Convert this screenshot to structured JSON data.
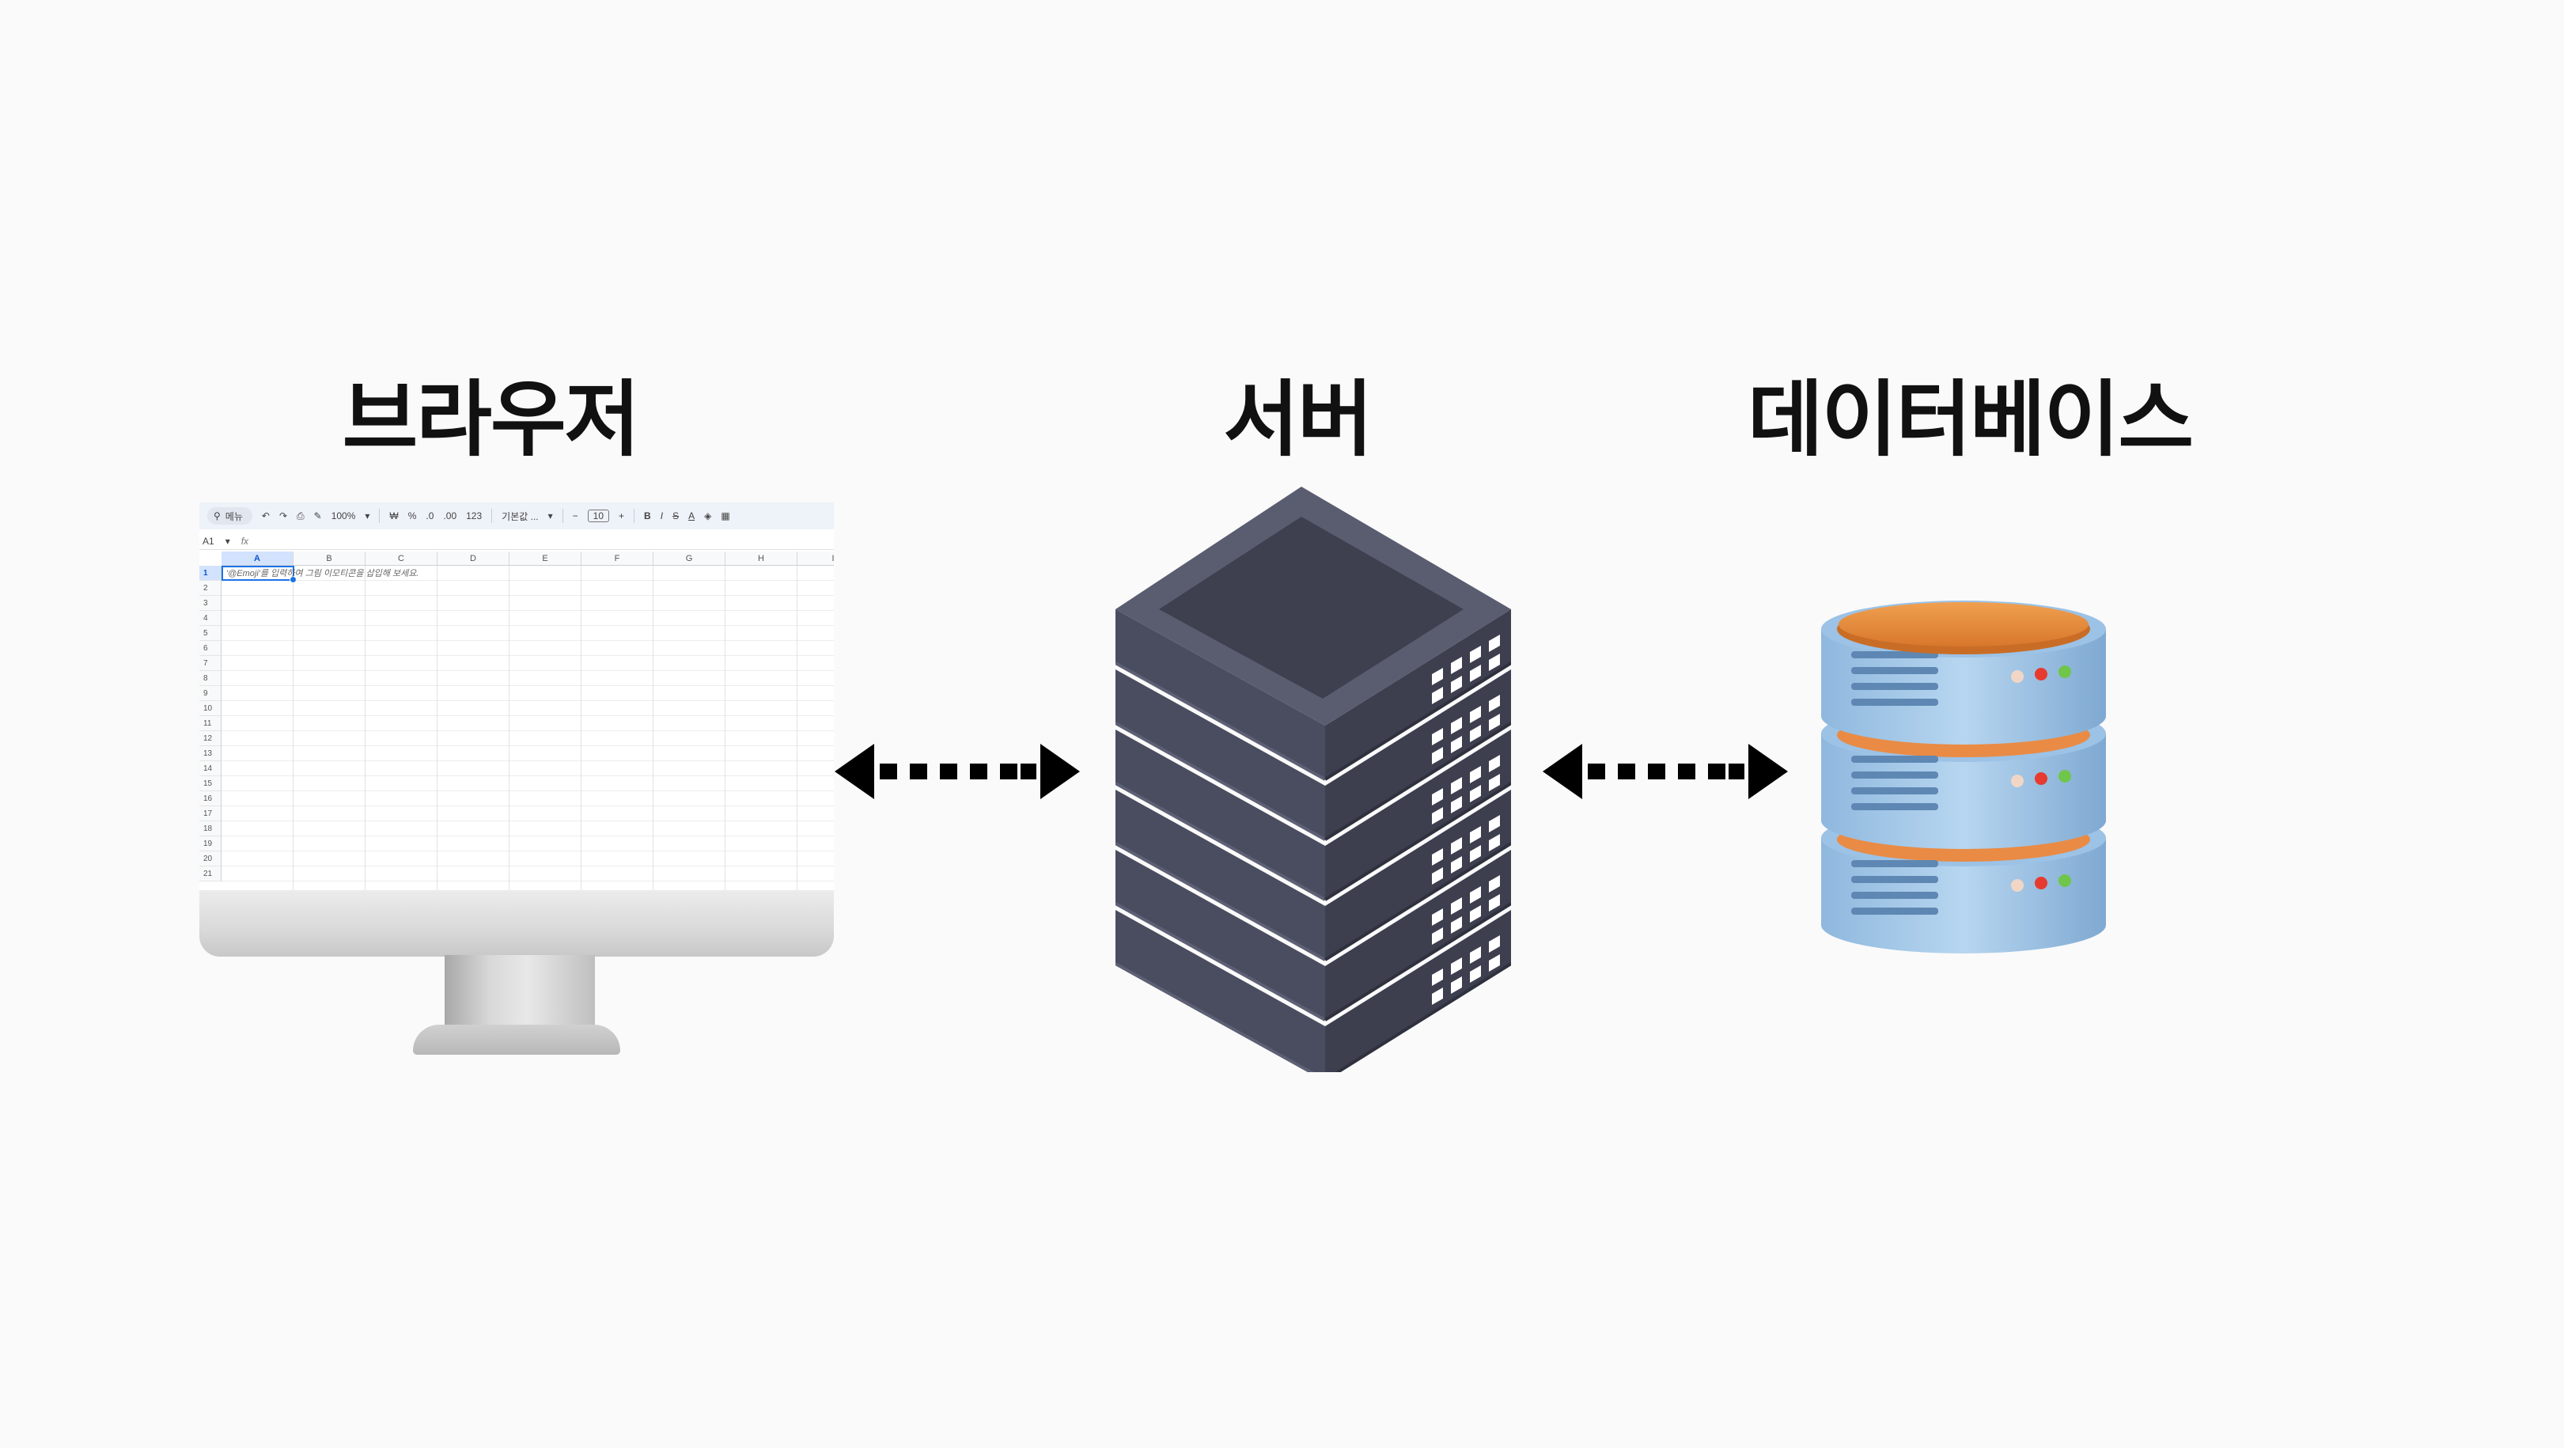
{
  "labels": {
    "browser": "브라우저",
    "server": "서버",
    "database": "데이터베이스"
  },
  "spreadsheet": {
    "toolbar": {
      "search": "메뉴",
      "zoom": "100%",
      "currency": "₩",
      "percent": "%",
      "decimal_less": ".0",
      "decimal_more": ".00",
      "number_format": "123",
      "font": "기본값 ...",
      "minus": "−",
      "font_size": "10",
      "plus": "+",
      "bold": "B",
      "italic": "I",
      "strike": "S",
      "text_color": "A"
    },
    "cell_ref": "A1",
    "fx": "fx",
    "columns": [
      "A",
      "B",
      "C",
      "D",
      "E",
      "F",
      "G",
      "H",
      "I"
    ],
    "rows": [
      "1",
      "2",
      "3",
      "4",
      "5",
      "6",
      "7",
      "8",
      "9",
      "10",
      "11",
      "12",
      "13",
      "14",
      "15",
      "16",
      "17",
      "18",
      "19",
      "20",
      "21"
    ],
    "a1_text": "'@Emoji'를 입력하여 그림 이모티콘을 삽입해 보세요."
  },
  "colors": {
    "background": "#fafafa",
    "label": "#111111",
    "arrow": "#000000",
    "server_body": "#474a5c",
    "server_top": "#3e404f",
    "db_body": "#a8cbe8",
    "db_lid": "#e88a3a"
  },
  "icons": {
    "monitor": "monitor-icon",
    "server": "server-rack-icon",
    "database": "database-icon",
    "arrow": "double-arrow-icon"
  }
}
